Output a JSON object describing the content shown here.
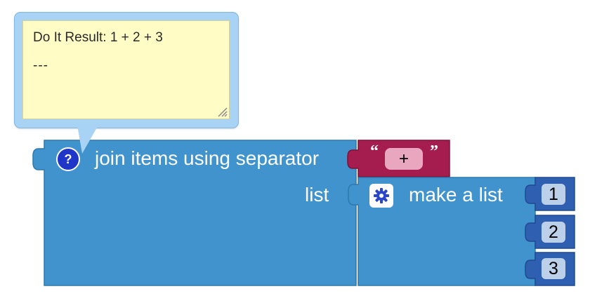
{
  "comment": {
    "title": "Do It Result: 1 + 2 + 3",
    "body": "---"
  },
  "join_block": {
    "label": "join items using separator",
    "list_label": "list",
    "help_icon": "?",
    "color": "#4093cc"
  },
  "separator_block": {
    "open_quote": "“",
    "value": "+",
    "close_quote": "”",
    "color": "#a51d4e"
  },
  "make_list_block": {
    "label": "make a list",
    "icon": "gear-icon",
    "color": "#4093cc"
  },
  "number_blocks": [
    {
      "value": "1"
    },
    {
      "value": "2"
    },
    {
      "value": "3"
    }
  ],
  "number_block_color": "#2f5fb0"
}
